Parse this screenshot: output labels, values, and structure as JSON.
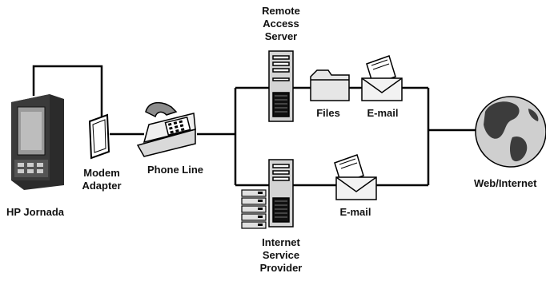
{
  "diagram": {
    "device": {
      "label": "HP Jornada"
    },
    "adapter": {
      "label_lines": [
        "Modem",
        "Adapter"
      ]
    },
    "phone": {
      "label": "Phone Line"
    },
    "remote_server": {
      "label_lines": [
        "Remote",
        "Access",
        "Server"
      ]
    },
    "files": {
      "label": "Files"
    },
    "email_top": {
      "label": "E-mail"
    },
    "email_bottom": {
      "label": "E-mail"
    },
    "isp": {
      "label_lines": [
        "Internet",
        "Service",
        "Provider"
      ]
    },
    "web": {
      "label": "Web/Internet"
    }
  }
}
